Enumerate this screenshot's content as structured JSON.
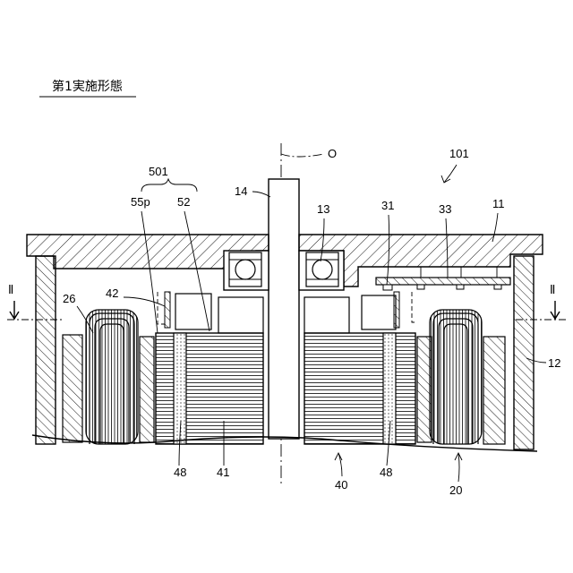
{
  "title": "第1実施形態",
  "labels": {
    "l101": "101",
    "l11": "11",
    "l12": "12",
    "l13": "13",
    "l14": "14",
    "l20": "20",
    "l26": "26",
    "l31": "31",
    "l33": "33",
    "l40": "40",
    "l41": "41",
    "l42": "42",
    "l48a": "48",
    "l48b": "48",
    "l52": "52",
    "l55p": "55p",
    "l501": "501",
    "axis": "O",
    "secL": "Ⅱ",
    "secR": "Ⅱ"
  }
}
